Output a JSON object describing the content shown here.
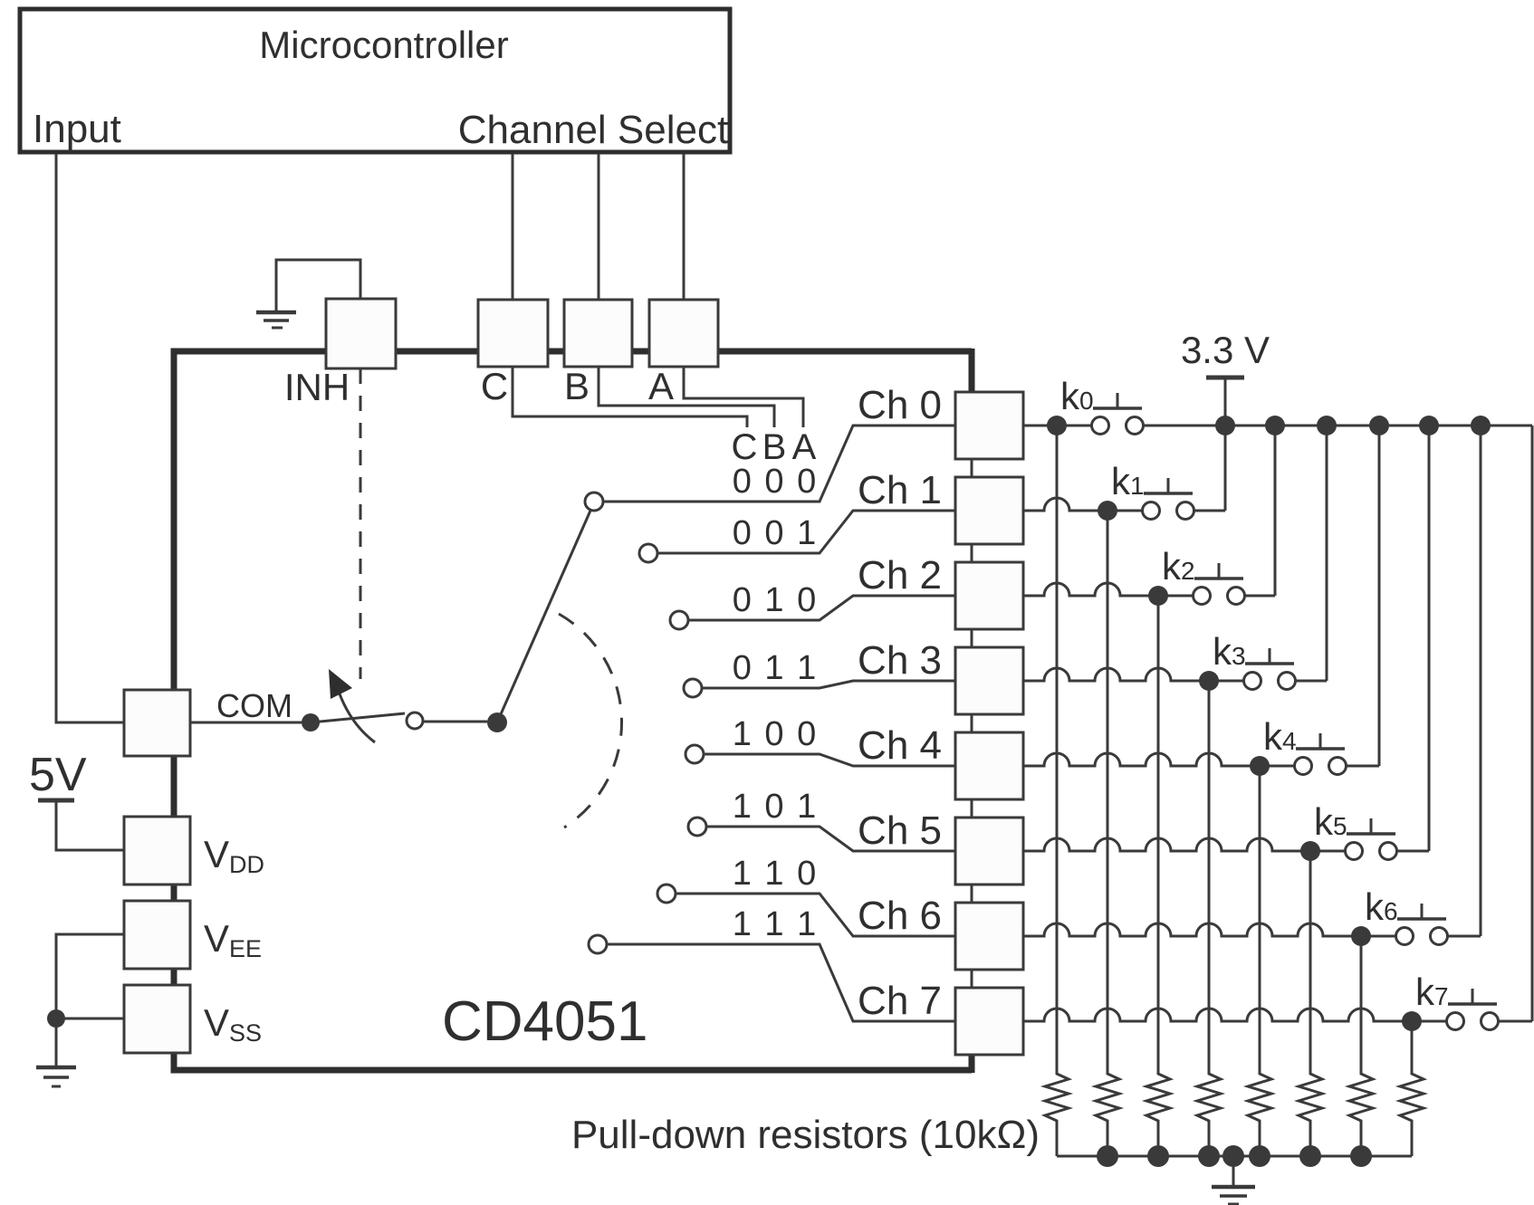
{
  "colors": {
    "line": "#3a3a3a",
    "background": "#ffffff"
  },
  "microcontroller": {
    "title": "Microcontroller",
    "input_label": "Input",
    "channel_select_label": "Channel Select"
  },
  "chip": {
    "name": "CD4051",
    "pins": {
      "inh": "INH",
      "c": "C",
      "b": "B",
      "a": "A",
      "com": "COM",
      "vdd": {
        "base": "V",
        "sub": "DD"
      },
      "vee": {
        "base": "V",
        "sub": "EE"
      },
      "vss": {
        "base": "V",
        "sub": "SS"
      }
    },
    "channels": [
      {
        "label": "Ch 0"
      },
      {
        "label": "Ch 1"
      },
      {
        "label": "Ch 2"
      },
      {
        "label": "Ch 3"
      },
      {
        "label": "Ch 4"
      },
      {
        "label": "Ch 5"
      },
      {
        "label": "Ch 6"
      },
      {
        "label": "Ch 7"
      }
    ]
  },
  "select": {
    "header": {
      "c": "C",
      "b": "B",
      "a": "A"
    },
    "codes": [
      {
        "bits": "0 0 0"
      },
      {
        "bits": "0 0 1"
      },
      {
        "bits": "0 1 0"
      },
      {
        "bits": "0 1 1"
      },
      {
        "bits": "1 0 0"
      },
      {
        "bits": "1 0 1"
      },
      {
        "bits": "1 1 0"
      },
      {
        "bits": "1 1 1"
      }
    ]
  },
  "buttons": [
    {
      "base": "k",
      "sub": "0"
    },
    {
      "base": "k",
      "sub": "1"
    },
    {
      "base": "k",
      "sub": "2"
    },
    {
      "base": "k",
      "sub": "3"
    },
    {
      "base": "k",
      "sub": "4"
    },
    {
      "base": "k",
      "sub": "5"
    },
    {
      "base": "k",
      "sub": "6"
    },
    {
      "base": "k",
      "sub": "7"
    }
  ],
  "supplies": {
    "mcu": "5V",
    "keys": "3.3 V"
  },
  "note": "Pull-down resistors (10kΩ)"
}
